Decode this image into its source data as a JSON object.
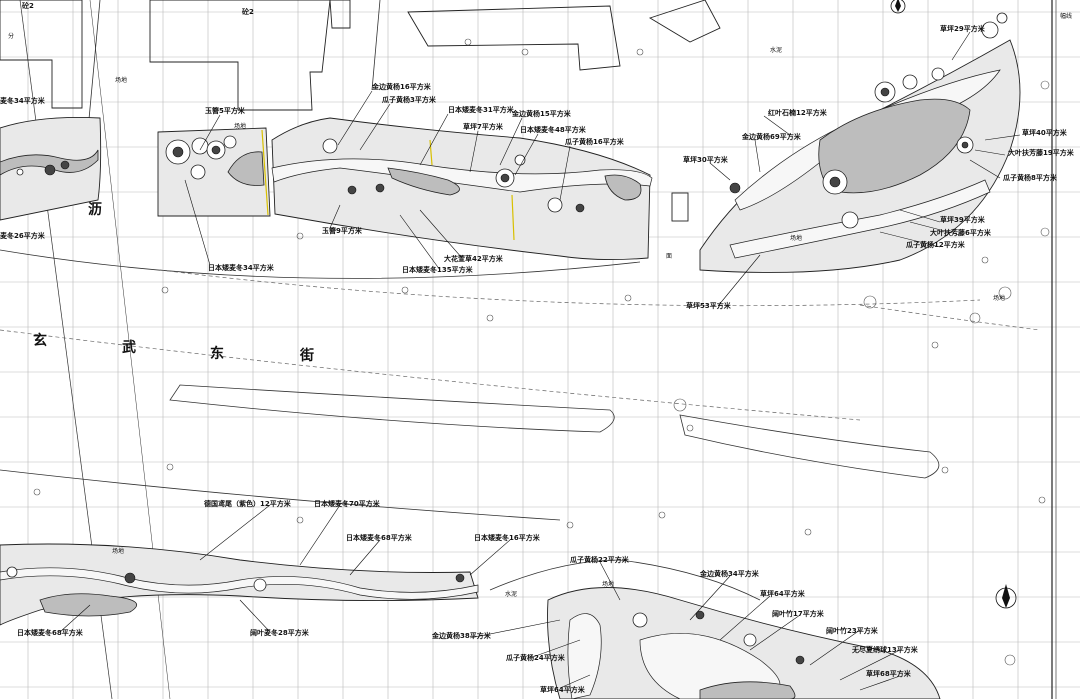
{
  "top_labels": {
    "building_a": "砼2",
    "building_b": "砼2",
    "side_a": "分",
    "side_b": "幅线"
  },
  "street": {
    "chars": [
      "玄",
      "武",
      "东",
      "街"
    ],
    "side_char": "沥"
  },
  "plant_labels": [
    "金边黄杨16平方米",
    "瓜子黄杨3平方米",
    "日本矮麦冬31平方米",
    "草坪7平方米",
    "金边黄杨15平方米",
    "日本矮麦冬48平方米",
    "瓜子黄杨16平方米",
    "玉簪5平方米",
    "麦冬34平方米",
    "麦冬26平方米",
    "日本矮麦冬34平方米",
    "玉簪9平方米",
    "大花萱草42平方米",
    "日本矮麦冬135平方米",
    "红叶石楠12平方米",
    "金边黄杨69平方米",
    "草坪30平方米",
    "草坪29平方米",
    "草坪40平方米",
    "大叶扶芳藤19平方米",
    "瓜子黄杨8平方米",
    "草坪39平方米",
    "大叶扶芳藤6平方米",
    "瓜子黄杨12平方米",
    "草坪53平方米",
    "德国鸢尾（紫色）12平方米",
    "日本矮麦冬70平方米",
    "日本矮麦冬68平方米",
    "日本矮麦冬16平方米",
    "日本矮麦冬68平方米",
    "阔叶麦冬28平方米",
    "瓜子黄杨22平方米",
    "金边黄杨34平方米",
    "草坪64平方米",
    "金边黄杨38平方米",
    "瓜子黄杨24平方米",
    "阔叶竹17平方米",
    "阔叶竹23平方米",
    "无尽夏绣球13平方米",
    "草坪68平方米",
    "草坪64平方米"
  ],
  "site_notes": [
    "场地",
    "场地",
    "场地",
    "场地",
    "场地",
    "场地",
    "水泥",
    "水泥",
    "面"
  ]
}
